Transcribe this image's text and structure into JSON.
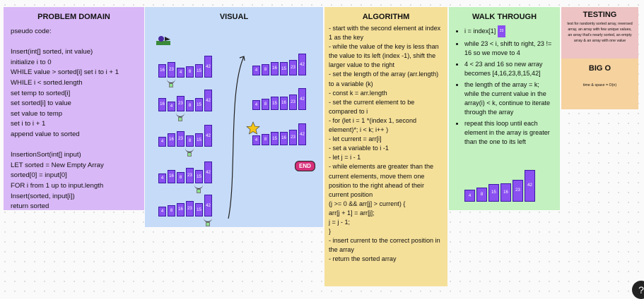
{
  "problem": {
    "title": "PROBLEM DOMAIN",
    "lines": [
      "pseudo code:",
      "",
      "Insert(int[] sorted, int value)",
      "initialize i to 0",
      "WHILE value > sorted[i] set i to i + 1",
      "WHILE i < sorted.length",
      "set temp to sorted[i]",
      "set sorted[i] to value",
      " set value to temp",
      "set i to i + 1",
      "append value to sorted",
      "",
      "InsertionSort(int[] input)",
      "LET sorted = New Empty Array",
      "sorted[0] = input[0]",
      "FOR i from 1 up to input.length",
      "Insert(sorted, input[i])",
      "return sorted"
    ]
  },
  "visual": {
    "title": "VISUAL",
    "left_rows": [
      [
        16,
        23,
        4,
        8,
        15,
        42
      ],
      [
        16,
        4,
        23,
        8,
        15,
        42
      ],
      [
        4,
        16,
        23,
        8,
        15,
        42
      ],
      [
        4,
        16,
        8,
        23,
        15,
        42
      ],
      [
        4,
        8,
        16,
        23,
        15,
        42
      ]
    ],
    "right_rows": [
      [
        4,
        8,
        16,
        15,
        23,
        42
      ],
      [
        4,
        8,
        15,
        16,
        23,
        42
      ],
      [
        4,
        8,
        15,
        16,
        23,
        42
      ]
    ],
    "end_label": "END"
  },
  "algorithm": {
    "title": "ALGORITHM",
    "lines": [
      "- start with the second element at index 1 as the key",
      "- while the value of the key is less than the value to its left (index -1), shift the larger value to the right",
      "- set the length of the array (arr.length) to a variable (k)",
      "- const k = arr.length",
      "- set the current element to be compared to i",
      "- for (let i = 1 *(index 1, second element)*; i < k; i++ )",
      "- let current = arr[i]",
      "- set a variable to i -1",
      "- let j = i - 1",
      "- while elements are greater than the current elements, move them one position to the right ahead of their current position",
      "(j >= 0 && arr[j] > current) {",
      "arr[j + 1] = arr[j];",
      "j = j - 1;",
      "}",
      "- insert current to the correct position in the array",
      "- return the sorted array"
    ]
  },
  "walkthrough": {
    "title": "WALK THROUGH",
    "item0": "i = index[1]",
    "item0_badge": "23",
    "items": [
      "while 23 < i, shift to right, 23 != 16 so we move to 4",
      "4 < 23 and 16 so new array becomes [4,16,23,8,15,42]",
      "the length of the array = k; while the current value in the array(i) < k, continue to iterate through the array",
      "repeat this loop until each element in the array is greater than the one to its left"
    ],
    "bars": [
      4,
      8,
      15,
      16,
      23,
      42
    ]
  },
  "testing": {
    "title": "TESTING",
    "text": "test for randomly sorted array, reversed array, an array with few unique values, an array that's nearly sorted, an empty array & an array with one value"
  },
  "bigo": {
    "title": "BIG O",
    "text": "time & space = O(n)"
  },
  "help": "?"
}
